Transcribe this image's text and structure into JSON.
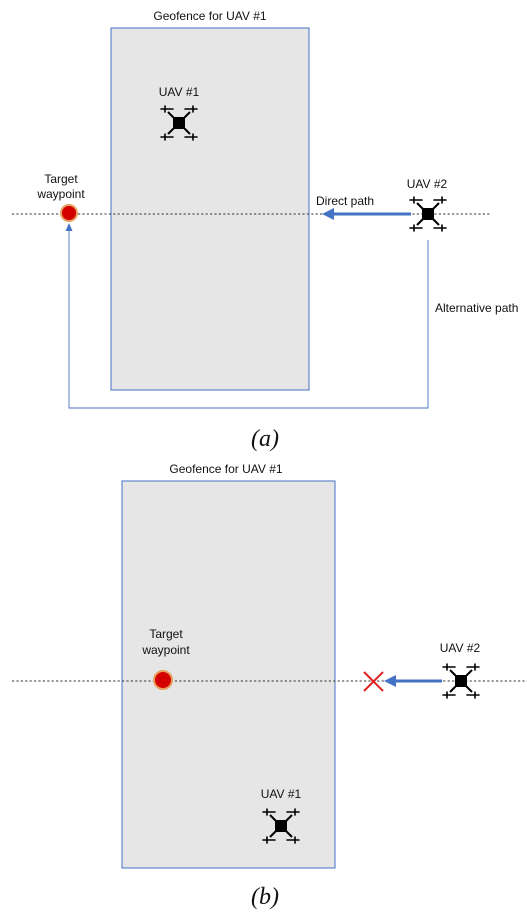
{
  "panel_a": {
    "geofence_label": "Geofence for UAV #1",
    "uav1_label": "UAV #1",
    "uav2_label": "UAV #2",
    "target_label_line1": "Target",
    "target_label_line2": "waypoint",
    "direct_path_label": "Direct path",
    "alternative_path_label": "Alternative path",
    "caption": "(a)"
  },
  "panel_b": {
    "geofence_label": "Geofence for UAV #1",
    "uav1_label": "UAV #1",
    "uav2_label": "UAV #2",
    "target_label_line1": "Target",
    "target_label_line2": "waypoint",
    "caption": "(b)"
  },
  "colors": {
    "geofence_fill": "#e6e6e6",
    "geofence_border": "#4472c4",
    "path_arrow": "#4472c4",
    "waypoint": "#d40000",
    "blocked_mark": "#e02020",
    "drone": "#000000"
  },
  "icons": {
    "uav": "quadcopter-drone-icon",
    "waypoint": "red-circle-marker",
    "blocked": "red-x-icon"
  }
}
